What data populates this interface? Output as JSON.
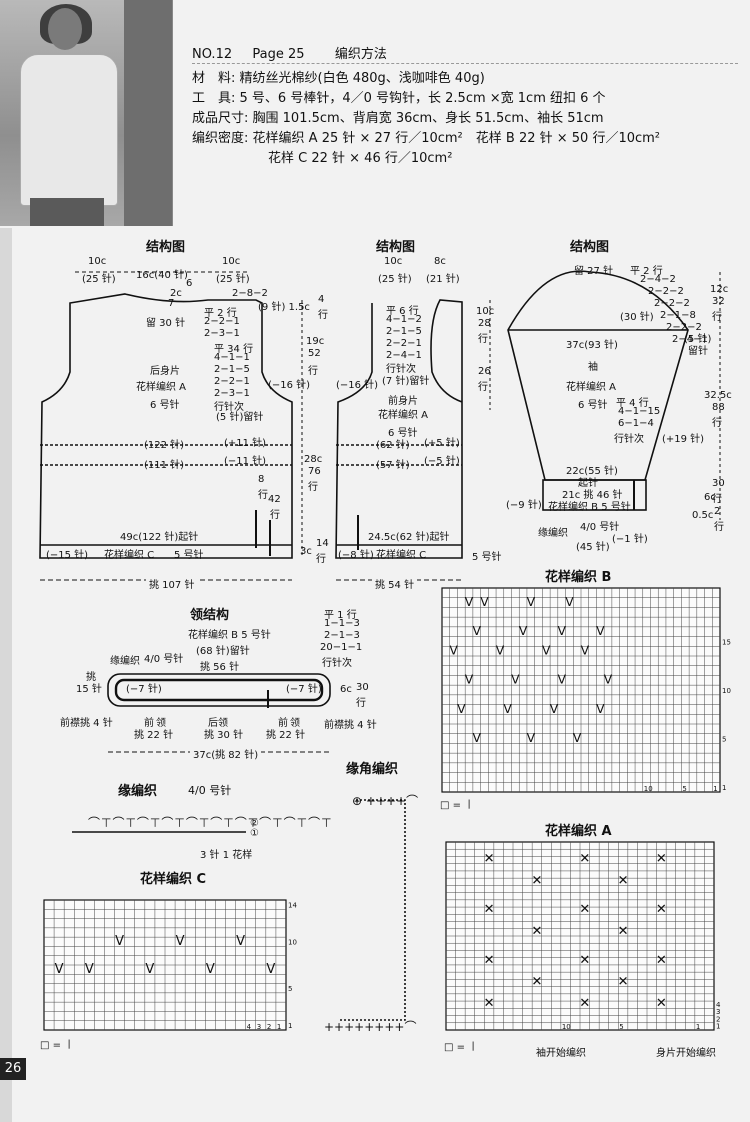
{
  "header": {
    "no": "NO.12",
    "page": "Page 25",
    "method": "编织方法",
    "materials_label": "材　料:",
    "materials": "精纺丝光棉纱(白色 480g、浅咖啡色 40g)",
    "tools_label": "工　具:",
    "tools": "5 号、6 号棒针，4／0 号钩针，长 2.5cm ×宽 1cm 纽扣 6 个",
    "size_label": "成品尺寸:",
    "size": "胸围 101.5cm、背肩宽 36cm、身长 51.5cm、袖长 51cm",
    "gauge_label": "编织密度:",
    "gauge1": "花样编织 A  25 针 × 27 行／10cm²　花样 B  22 针 × 50 行／10cm²",
    "gauge2": "花样 C  22 针 × 46 行／10cm²"
  },
  "titles": {
    "struct": "结构图",
    "collar": "领结构",
    "edge": "缘编织",
    "edge_note": "4/0 号针",
    "corner": "缘角编织",
    "pattern_a": "花样编织 A",
    "pattern_b": "花样编织 B",
    "pattern_c": "花样编织 C"
  },
  "back": {
    "w1": "10c",
    "w1s": "(25 针)",
    "w2": "16c(40 针)",
    "w3": "10c",
    "w3s": "(25 针)",
    "neck": "2c",
    "neck2": "6",
    "neck3": "7",
    "shape": "2−8−2",
    "shape2": "(9 针) 1.5c",
    "r1": "4",
    "r2": "行",
    "keep": "留 30 针",
    "dec": [
      "平 2 行",
      "2−2−1",
      "2−3−1",
      "平 34 行",
      "4−1−1",
      "2−1−5",
      "2−2−1",
      "2−3−1",
      "行针次",
      "(5 针)留针"
    ],
    "name": "后身片",
    "pattern": "花样编织 A",
    "needle": "6 号针",
    "side": "(−16 针)",
    "h1": "19c",
    "h1r": "52",
    "h1u": "行",
    "s122": "(122 针)",
    "s111": "(111 针)",
    "inc11": "(+11 针)",
    "dec11": "(−11 针)",
    "h2": "28c",
    "h2r": "76",
    "h2u": "行",
    "r8": "8",
    "r8u": "行",
    "r42": "42",
    "r42u": "行",
    "cast": "49c(122 针)起针",
    "hem": "(−15 针)",
    "hem_pattern": "花样编织 C",
    "hem_needle": "5 号针",
    "h3": "3c",
    "h3r": "14",
    "h3u": "行",
    "pick": "挑 107 针"
  },
  "front": {
    "w1": "10c",
    "w1s": "(25 针)",
    "w2": "8c",
    "w2s": "(21 针)",
    "dec": [
      "平 6 行",
      "4−1−2",
      "2−1−5",
      "2−2−1",
      "2−4−1",
      "行针次",
      "(7 针)留针"
    ],
    "name": "前身片",
    "pattern": "花样编织 A",
    "needle": "6 号针",
    "side": "(−16 针)",
    "h1": "10c",
    "h1r": "28",
    "h1u": "行",
    "h1b": "26",
    "h1bu": "行",
    "s62": "(62 针)",
    "s57": "(57 针)",
    "inc5": "(+5 针)",
    "dec5": "(−5 针)",
    "cast": "24.5c(62 针)起针",
    "hem": "(−8 针)",
    "hem_pattern": "花样编织 C",
    "hem_needle": "5 号针",
    "pick": "挑 54 针"
  },
  "sleeve": {
    "top": "留 27 针",
    "dec": [
      "平 2 行",
      "2−4−2",
      "2−2−2",
      "2−2−2",
      "2−1−8",
      "2−2−2",
      "2−4−1"
    ],
    "r30": "(30 针)",
    "r5": "(5 针)",
    "r5b": "留针",
    "h1": "12c",
    "h1r": "32",
    "h1u": "行",
    "width": "37c(93 针)",
    "name": "袖",
    "pattern": "花样编织 A",
    "needle": "6 号针",
    "inc": [
      "平 4 行",
      "4−1−15",
      "6−1−4",
      "行针次"
    ],
    "inc19": "(+19 针)",
    "h2": "32.5c",
    "h2r": "88",
    "h2u": "行",
    "cuff": "22c(55 针)",
    "cuff2": "起针",
    "pick": "21c 挑 46 针",
    "dec9": "(−9 针)",
    "edge": "缘编织",
    "edge2": "4/0 号针",
    "pc": "花样编织 B  5 号针",
    "dec1": "(−1 针)",
    "w45": "(45 针)",
    "h3": "6c",
    "h3r": "30",
    "h3u": "行",
    "h4": "0.5c",
    "h4r": "2",
    "h4u": "行"
  },
  "collar": {
    "pattern": "花样编织 B  5 号针",
    "keep": "(68 针)留针",
    "pick56": "挑 56 针",
    "edge": "缘编织",
    "edge2": "4/0 号针",
    "pick15": "挑",
    "pick15b": "15 针",
    "dec7l": "(−7 针)",
    "dec7r": "(−7 针)",
    "r6": "6c",
    "r30": "30",
    "r30u": "行",
    "shape": [
      "平 1 行",
      "1−1−3",
      "2−1−3",
      "20−1−1",
      "行针次"
    ],
    "fl": "前襟挑 4 针",
    "fr": "前襟挑 4 针",
    "n1": "前",
    "n1b": "领",
    "n1c": "挑 22 针",
    "n2": "后领",
    "n2b": "挑 30 针",
    "n3": "前",
    "n3b": "领",
    "n3c": "挑 22 针",
    "width": "37c(挑 82 针)"
  },
  "edge_chart": {
    "r2": "②",
    "r1": "①",
    "note": "3 针 1 花样"
  },
  "chart_b": {
    "legend": "□ = 丨",
    "rows": [
      "15",
      "10",
      "5",
      "1"
    ],
    "col": [
      "10",
      "5",
      "1"
    ]
  },
  "chart_c": {
    "legend": "□ = 丨",
    "rows": [
      "14",
      "10",
      "5",
      "1"
    ],
    "col": [
      "4",
      "3",
      "2",
      "1"
    ]
  },
  "chart_a": {
    "legend": "□ = 丨",
    "rows": [
      "4",
      "3",
      "2",
      "1"
    ],
    "col": [
      "10",
      "5",
      "1"
    ],
    "start_sleeve": "袖开始编织",
    "start_body": "身片开始编织"
  },
  "page_number": "26"
}
